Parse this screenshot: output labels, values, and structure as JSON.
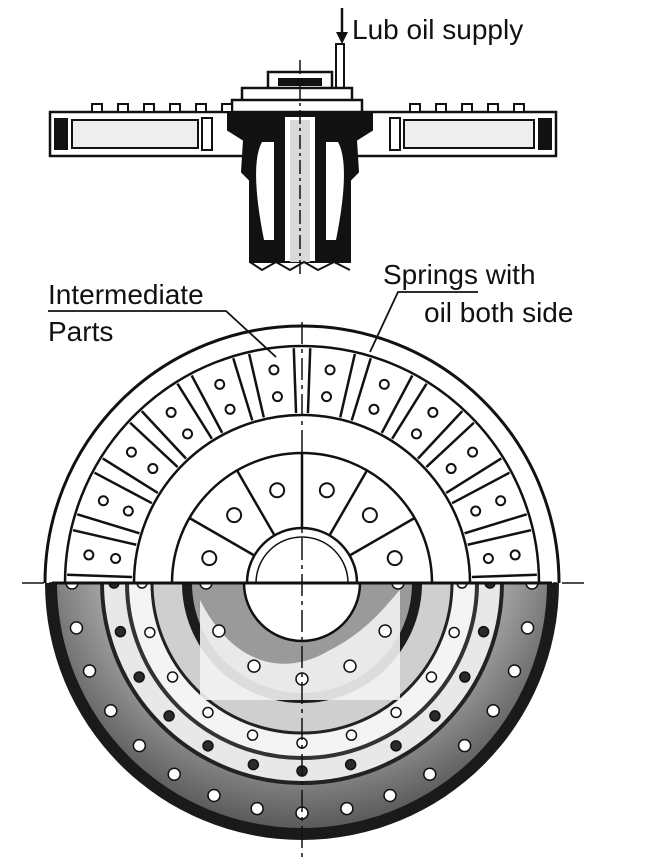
{
  "labels": {
    "lub_oil_supply": "Lub oil supply",
    "intermediate_line1": "Intermediate",
    "intermediate_line2": "Parts",
    "springs_line1": "Springs with",
    "springs_line2": "oil both side"
  },
  "colors": {
    "ink": "#111111",
    "paper": "#ffffff",
    "shade": "#8a8a8a",
    "light_shade": "#d6d6d6"
  },
  "counts": {
    "spring_slots_upper_half": 12,
    "inner_segments_upper_half": 6
  }
}
